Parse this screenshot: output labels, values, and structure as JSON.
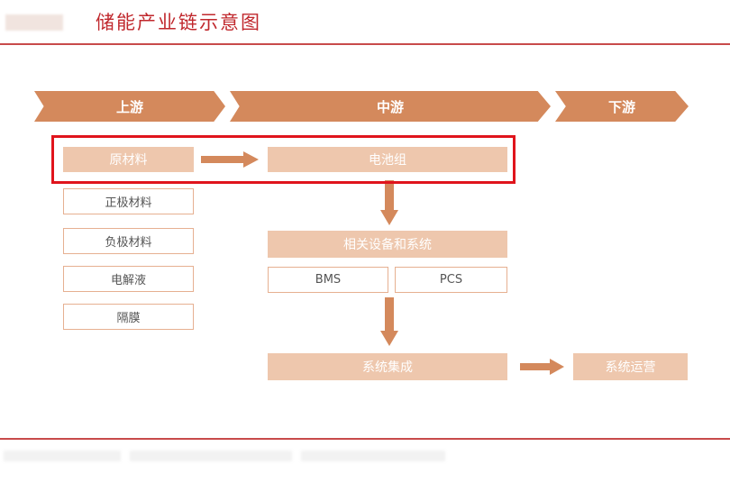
{
  "header": {
    "title": "储能产业链示意图"
  },
  "stages": {
    "upstream": "上游",
    "midstream": "中游",
    "downstream": "下游"
  },
  "upstream": {
    "raw": "原材料",
    "items": [
      "正极材料",
      "负极材料",
      "电解液",
      "隔膜"
    ]
  },
  "midstream": {
    "battery": "电池组",
    "equipment": "相关设备和系统",
    "bms": "BMS",
    "pcs": "PCS",
    "integration": "系统集成"
  },
  "downstream": {
    "operation": "系统运营"
  },
  "colors": {
    "accent": "#d4895c",
    "light": "#eec7ad",
    "highlight": "#e0141c",
    "title": "#c0282d"
  }
}
